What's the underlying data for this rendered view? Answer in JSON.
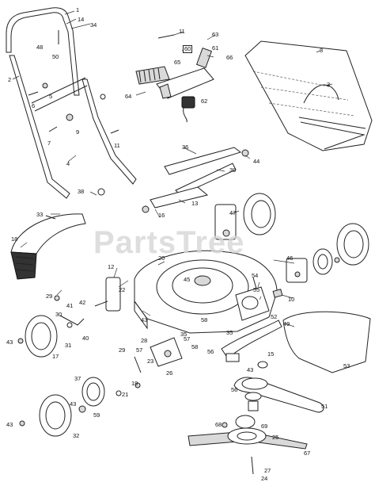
{
  "watermark": "PartsTree",
  "callouts": {
    "c1": "1",
    "c2": "2",
    "c3": "3",
    "c4": "4",
    "c5": "5",
    "c6": "6",
    "c7": "7",
    "c8": "8",
    "c9": "9",
    "c10": "10",
    "c11a": "11",
    "c11b": "11",
    "c12": "12",
    "c13": "13",
    "c14": "14",
    "c15": "15",
    "c16": "16",
    "c17": "17",
    "c18": "18",
    "c19": "19",
    "c20": "20",
    "c21": "21",
    "c22": "22",
    "c23": "23",
    "c24": "24",
    "c25": "25",
    "c26": "26",
    "c27": "27",
    "c28": "28",
    "c29": "29",
    "c30": "30",
    "c31": "31",
    "c32": "32",
    "c33": "33",
    "c34": "34",
    "c35": "35",
    "c36": "36",
    "c37": "37",
    "c38": "38",
    "c39": "39",
    "c40": "40",
    "c41": "41",
    "c42": "42",
    "c43a": "43",
    "c43b": "43",
    "c43c": "43",
    "c44": "44",
    "c45": "45",
    "c46": "46",
    "c47": "47",
    "c48": "48",
    "c49": "49",
    "c50": "50",
    "c51": "51",
    "c52": "52",
    "c53": "53",
    "c54": "54",
    "c55": "55",
    "c56": "56",
    "c57": "57",
    "c58": "58",
    "c59": "59",
    "c60": "60",
    "c61": "61",
    "c62": "62",
    "c63": "63",
    "c64": "64",
    "c65": "65",
    "c66": "66",
    "c67": "67",
    "c68": "68",
    "c69": "69"
  }
}
